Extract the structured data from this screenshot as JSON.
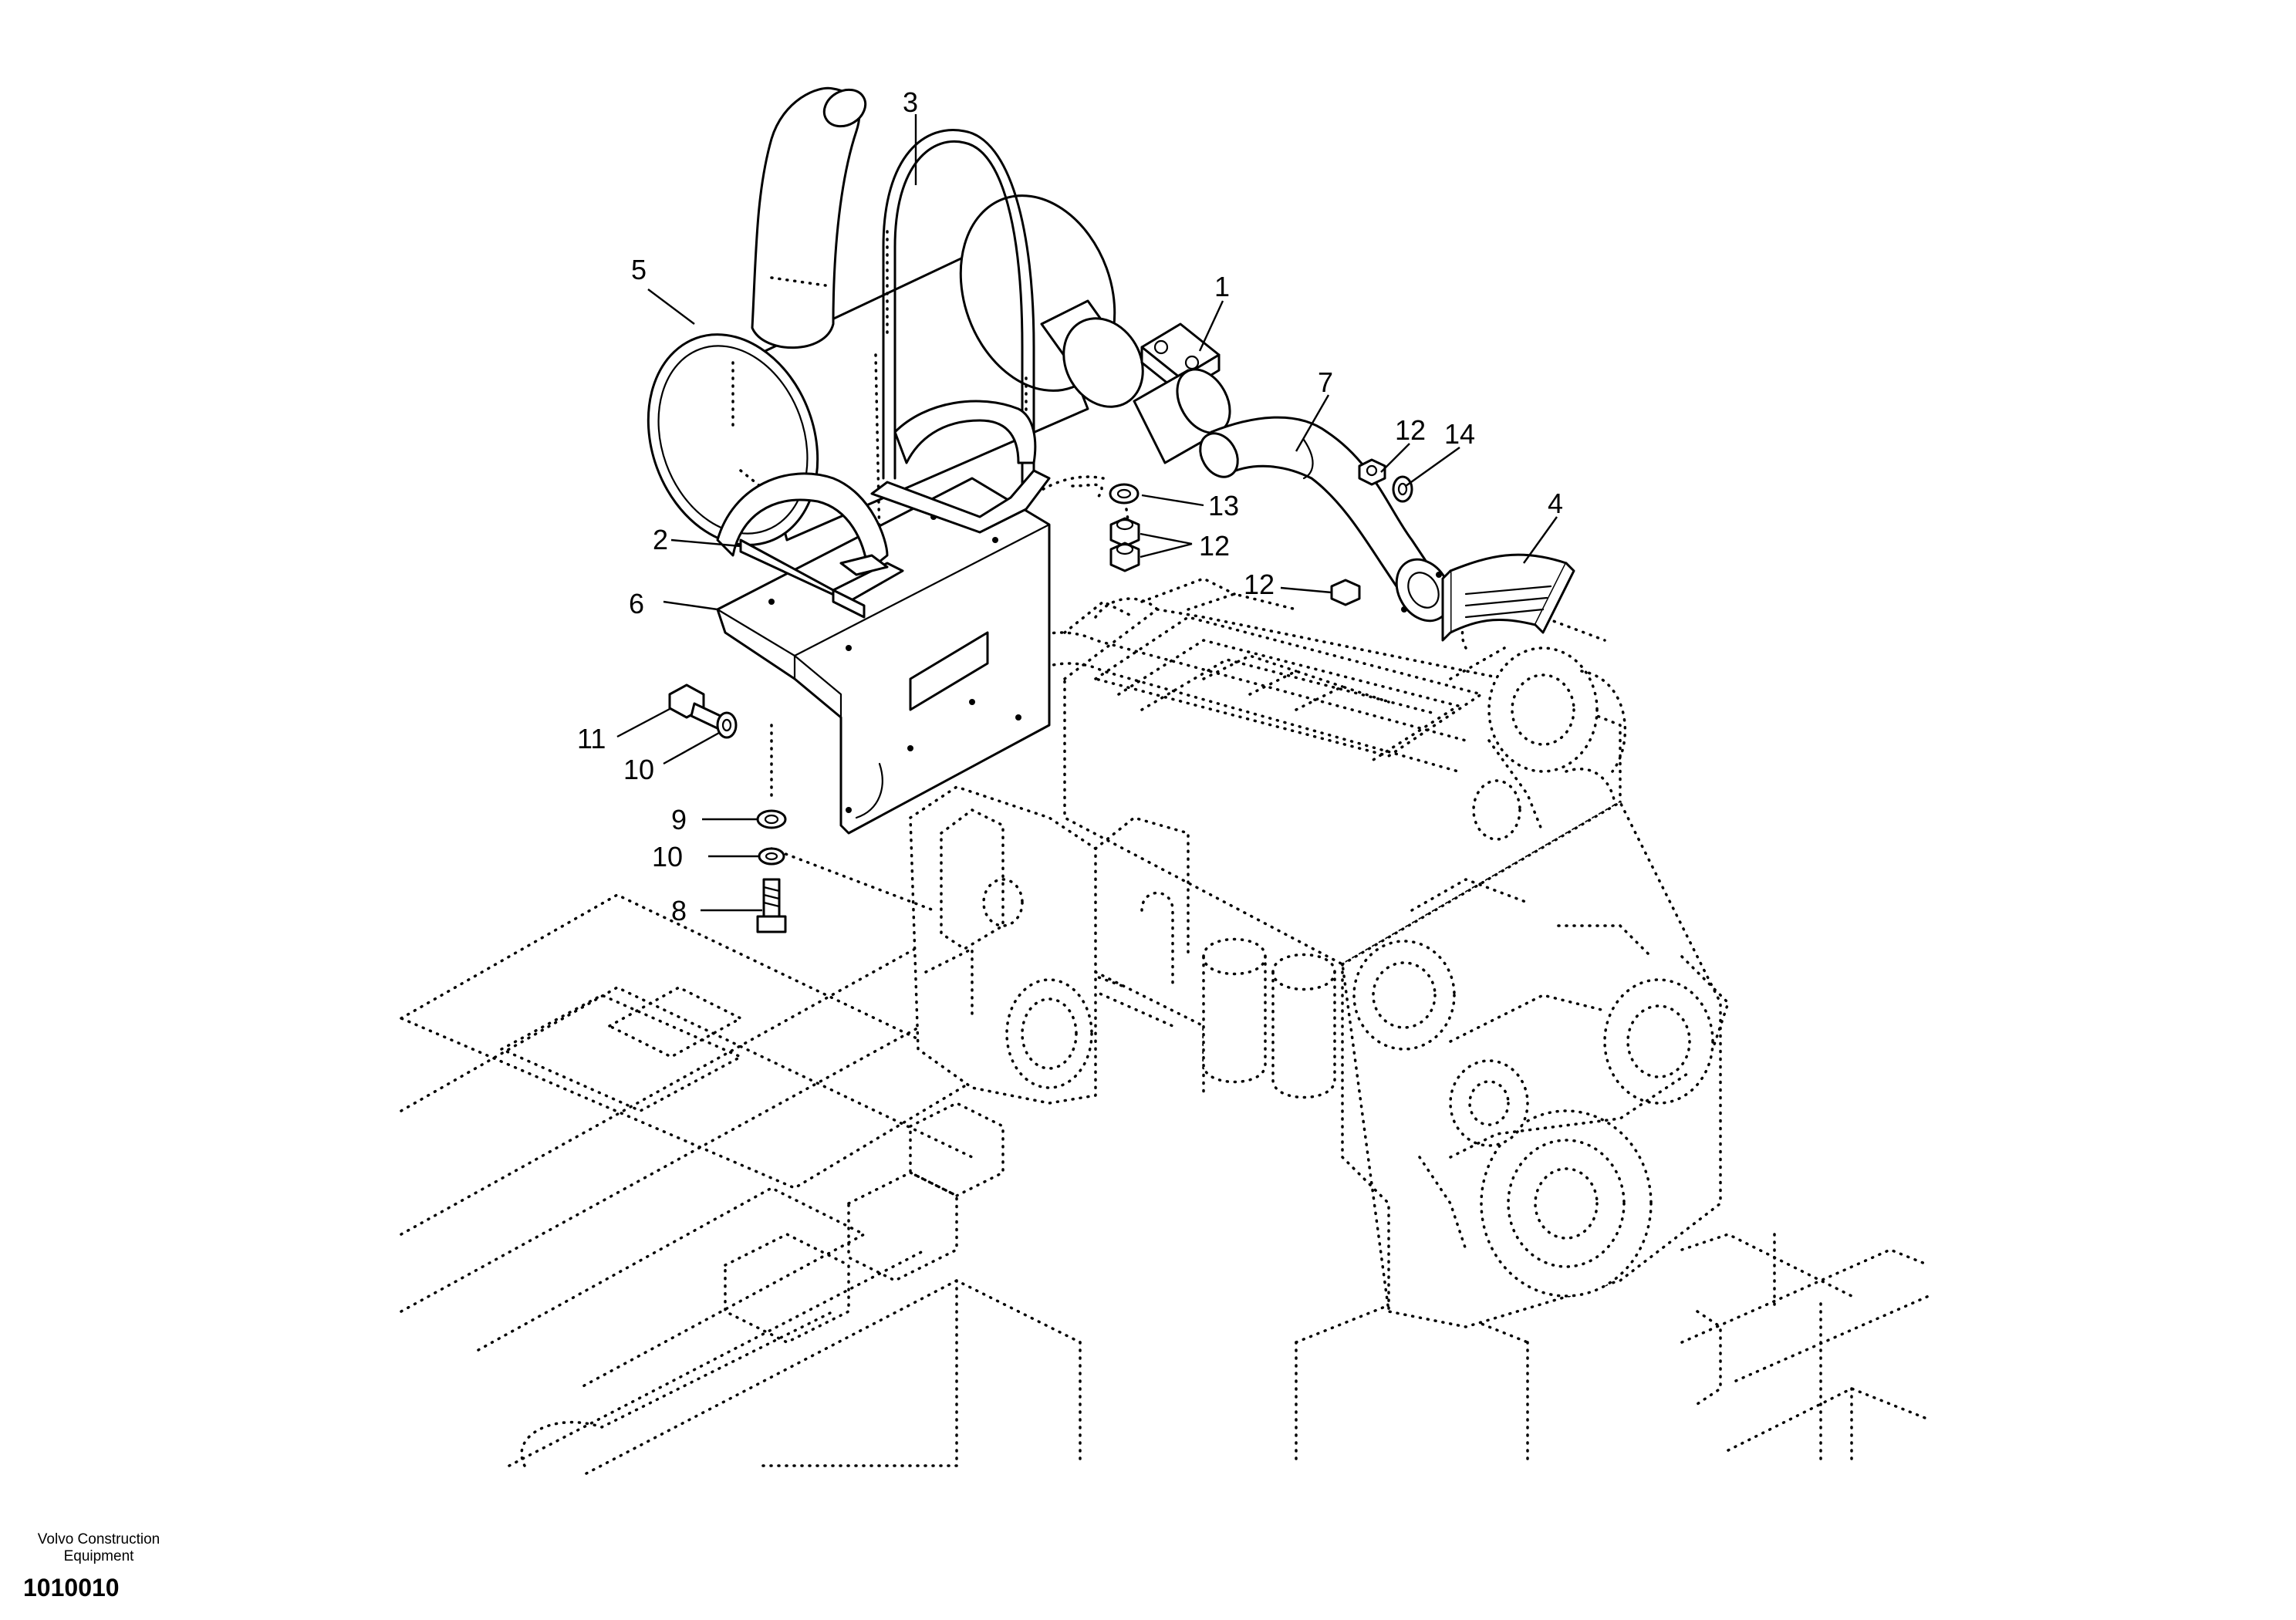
{
  "footer": {
    "company_line1": "Volvo Construction",
    "company_line2": "Equipment",
    "figure_code": "1010010"
  },
  "callouts": {
    "c1": "1",
    "c2": "2",
    "c3": "3",
    "c4": "4",
    "c5": "5",
    "c6": "6",
    "c7": "7",
    "c8": "8",
    "c9": "9",
    "c10a": "10",
    "c10b": "10",
    "c11": "11",
    "c12a": "12",
    "c12b": "12",
    "c12c": "12",
    "c13": "13",
    "c14": "14"
  }
}
